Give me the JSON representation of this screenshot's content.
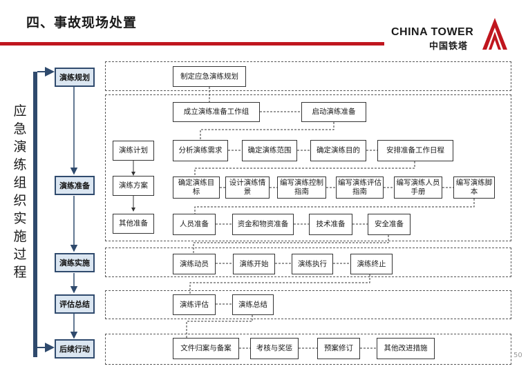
{
  "header": {
    "title": "四、事故现场处置",
    "logo_en": "CHINA TOWER",
    "logo_cn": "中国铁塔",
    "accent_color": "#c0161e"
  },
  "side_title": "应急演练组织实施过程",
  "phases": [
    "演练规划",
    "演练准备",
    "演练实施",
    "评估总结",
    "后续行动"
  ],
  "planning": {
    "box": "制定应急演练规划"
  },
  "preparation": {
    "left": [
      "演练计划",
      "演练方案",
      "其他准备"
    ],
    "row1": [
      "成立演练准备工作组",
      "启动演练准备"
    ],
    "row2": [
      "分析演练需求",
      "确定演练范围",
      "确定演练目的",
      "安排准备工作日程"
    ],
    "row3": [
      "确定演练目标",
      "设计演练情景",
      "编写演练控制指南",
      "编写演练评估指南",
      "编写演练人员手册",
      "编写演练脚本"
    ],
    "row4": [
      "人员准备",
      "资金和物资准备",
      "技术准备",
      "安全准备"
    ]
  },
  "implementation": [
    "演练动员",
    "演练开始",
    "演练执行",
    "演练终止"
  ],
  "evaluation": [
    "演练评估",
    "演练总结"
  ],
  "followup": [
    "文件归案与备案",
    "考核与奖惩",
    "预案修订",
    "其他改进措施"
  ],
  "page_number": "50"
}
